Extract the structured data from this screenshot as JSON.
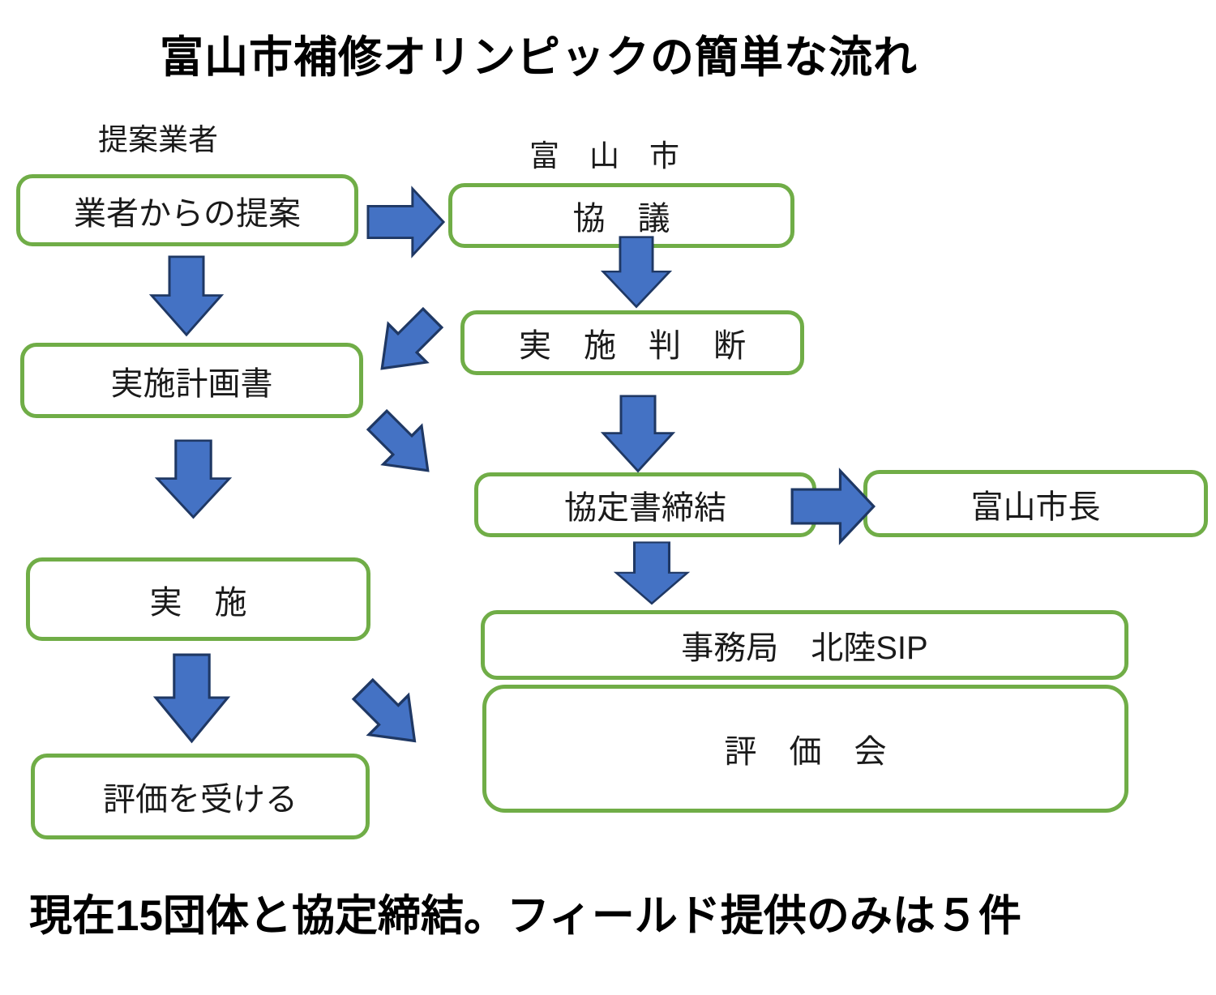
{
  "title": "富山市補修オリンピックの簡単な流れ",
  "headers": {
    "left": "提案業者",
    "right": "富　山　市"
  },
  "boxes": {
    "vendor_proposal": "業者からの提案",
    "consultation": "協　議",
    "implementation_decision": "実　施　判　断",
    "implementation_plan": "実施計画書",
    "agreement_signing": "協定書締結",
    "toyama_mayor": "富山市長",
    "implementation": "実　施",
    "secretariat": "事務局　北陸SIP",
    "evaluation_meeting": "評　価　会",
    "receive_evaluation": "評価を受ける"
  },
  "footer": "現在15団体と協定締結。フィールド提供のみは５件",
  "colors": {
    "box_border": "#70AD47",
    "arrow_fill": "#4472C4",
    "arrow_outline": "#1F3864"
  }
}
